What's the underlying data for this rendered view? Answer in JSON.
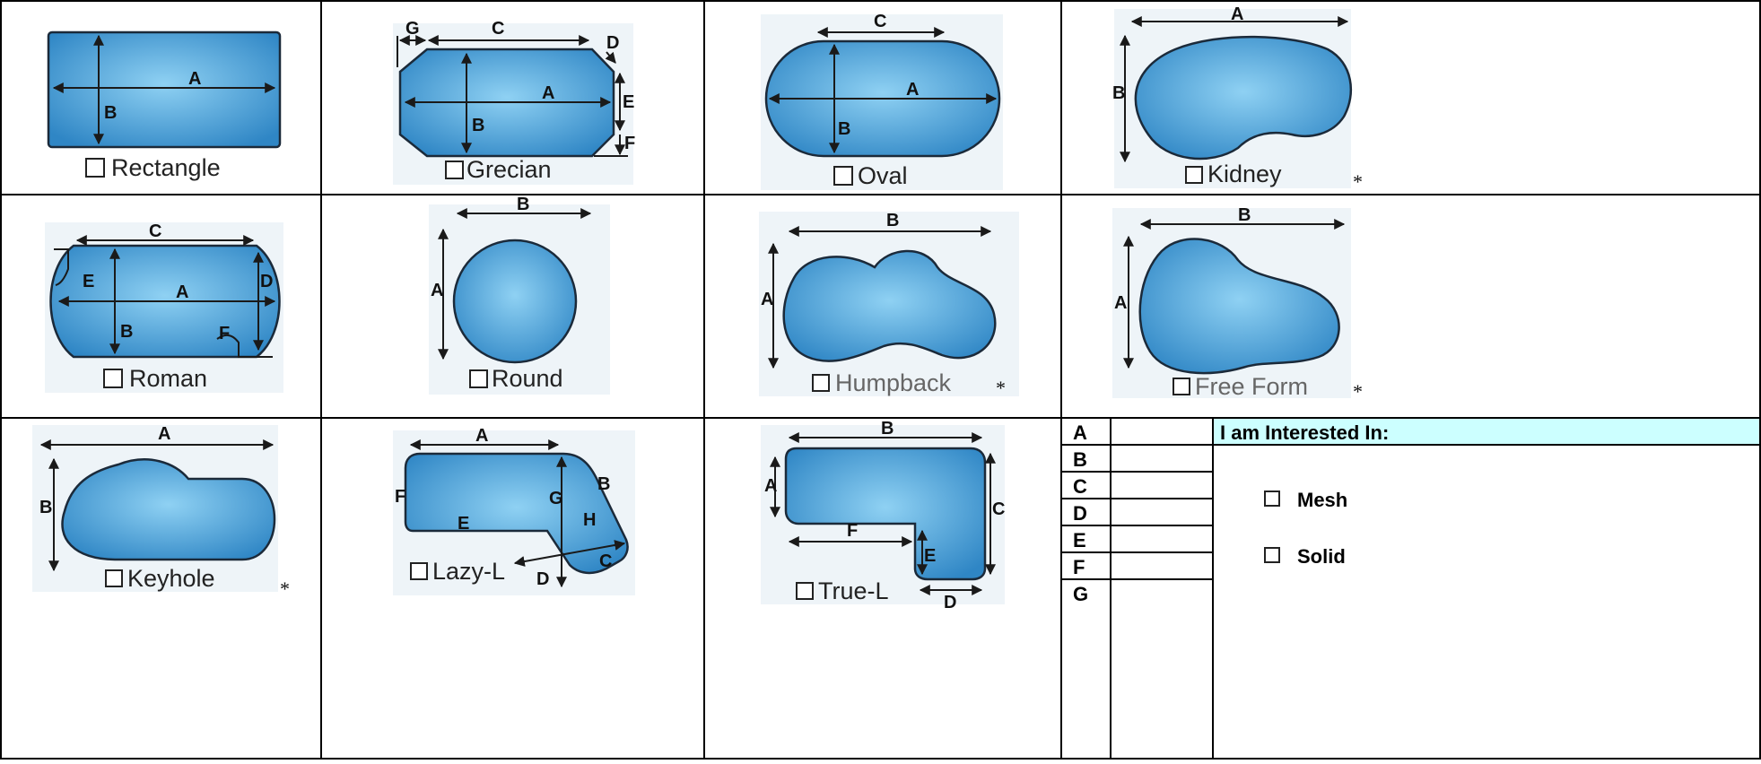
{
  "shapes": {
    "rectangle": {
      "name": "Rectangle",
      "labels": [
        "A",
        "B"
      ]
    },
    "grecian": {
      "name": "Grecian",
      "labels": [
        "A",
        "B",
        "C",
        "D",
        "E",
        "F",
        "G"
      ]
    },
    "oval": {
      "name": "Oval",
      "labels": [
        "A",
        "B",
        "C"
      ]
    },
    "kidney": {
      "name": "Kidney",
      "labels": [
        "A",
        "B"
      ],
      "note": "*"
    },
    "roman": {
      "name": "Roman",
      "labels": [
        "A",
        "B",
        "C",
        "D",
        "E",
        "F"
      ]
    },
    "round": {
      "name": "Round",
      "labels": [
        "A",
        "B"
      ]
    },
    "humpback": {
      "name": "Humpback",
      "labels": [
        "A",
        "B"
      ],
      "note": "*"
    },
    "freeform": {
      "name": "Free Form",
      "labels": [
        "A",
        "B"
      ],
      "note": "*"
    },
    "keyhole": {
      "name": "Keyhole",
      "labels": [
        "A",
        "B"
      ],
      "note": "*"
    },
    "lazyl": {
      "name": "Lazy-L",
      "labels": [
        "A",
        "B",
        "C",
        "D",
        "E",
        "F",
        "G",
        "H"
      ]
    },
    "truel": {
      "name": "True-L",
      "labels": [
        "A",
        "B",
        "C",
        "D",
        "E",
        "F"
      ]
    }
  },
  "measurements": {
    "rows": [
      {
        "label": "A",
        "value": ""
      },
      {
        "label": "B",
        "value": ""
      },
      {
        "label": "C",
        "value": ""
      },
      {
        "label": "D",
        "value": ""
      },
      {
        "label": "E",
        "value": ""
      },
      {
        "label": "F",
        "value": ""
      },
      {
        "label": "G",
        "value": ""
      }
    ]
  },
  "interest": {
    "heading": "I am Interested In:",
    "options": [
      "Mesh",
      "Solid"
    ]
  },
  "colors": {
    "pool_light": "#8fd1f3",
    "pool_dark": "#2f86c5",
    "heading_bg": "#ccffff"
  }
}
